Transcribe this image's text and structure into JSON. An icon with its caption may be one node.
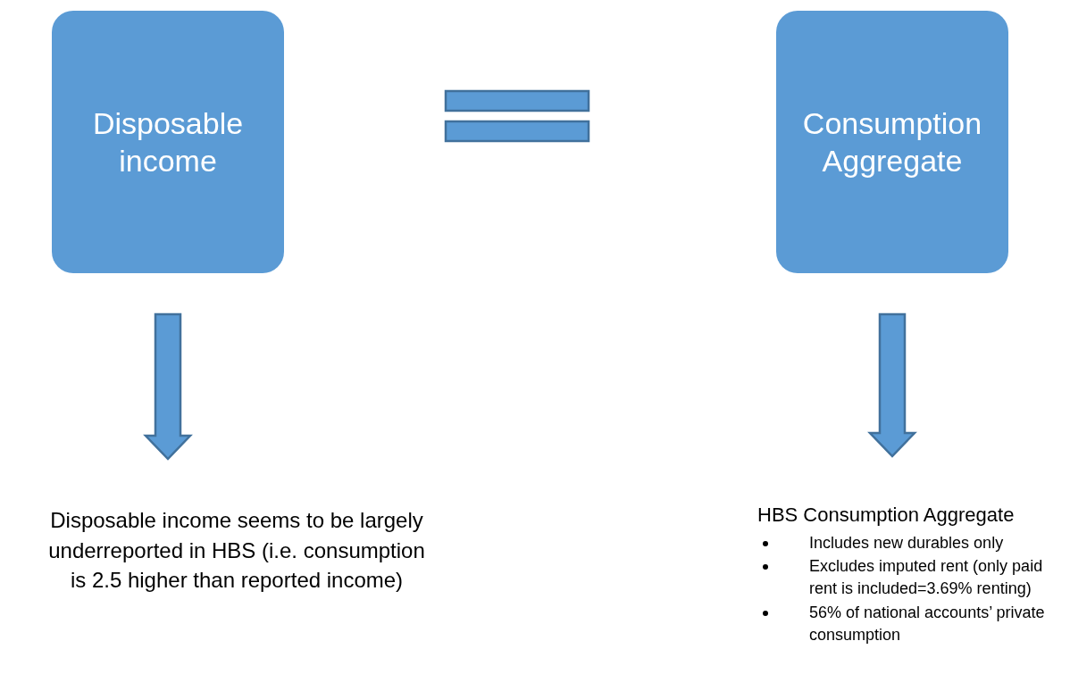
{
  "diagram": {
    "nodes": [
      {
        "text": [
          "Disposable income"
        ]
      },
      {
        "text": [
          "Consumption Aggregate"
        ]
      },
      {
        "text": [
          "Disposable income seems to be largely underreported in HBS (i.e. consumption is 2.5 higher than reported income)"
        ]
      },
      {
        "text": [
          "HBS Consumption Aggregate",
          "Includes new durables only",
          "Excludes imputed rent (only paid rent is included=3.69% renting)",
          "56% of national accounts’ private consumption"
        ]
      }
    ],
    "edges": [
      {
        "from": 0,
        "to": 2,
        "arrow": "to"
      },
      {
        "from": 1,
        "to": 3,
        "arrow": "to"
      }
    ]
  }
}
